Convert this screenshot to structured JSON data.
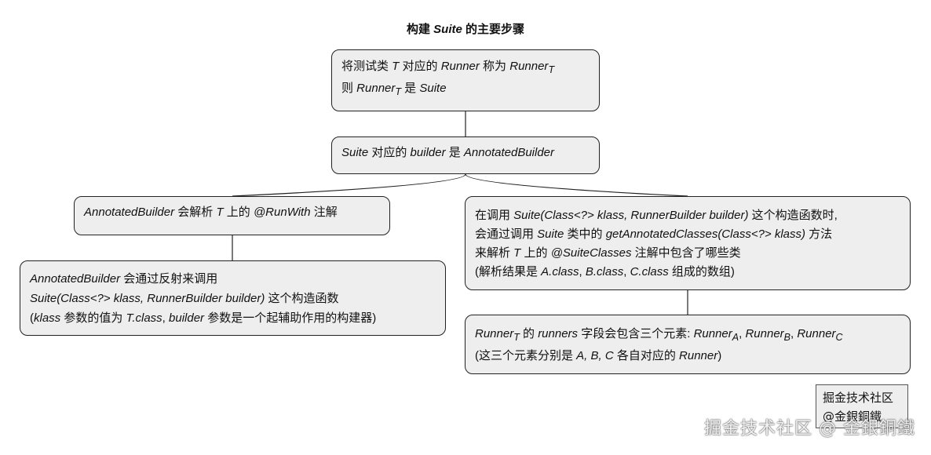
{
  "title": {
    "pre": "构建 ",
    "em": "Suite",
    "post": " 的主要步骤"
  },
  "nodes": {
    "n1": {
      "l1": {
        "a": "将测试类 ",
        "b": "T",
        "c": " 对应的 ",
        "d": "Runner",
        "e": " 称为 ",
        "f": "Runner",
        "g": "T"
      },
      "l2": {
        "a": "则 ",
        "b": "Runner",
        "c": "T",
        "d": " 是 ",
        "e": "Suite"
      }
    },
    "n2": {
      "a": "Suite",
      "b": " 对应的 ",
      "c": "builder",
      "d": " 是 ",
      "e": "AnnotatedBuilder"
    },
    "n3": {
      "a": "AnnotatedBuilder",
      "b": " 会解析 ",
      "c": "T",
      "d": " 上的 ",
      "e": "@RunWith",
      "f": " 注解"
    },
    "n4": {
      "l1": {
        "a": "AnnotatedBuilder",
        "b": " 会通过反射来调用"
      },
      "l2": {
        "a": "Suite(Class<?> klass, RunnerBuilder builder)",
        "b": " 这个构造函数"
      },
      "l3": {
        "a": "(",
        "b": "klass",
        "c": " 参数的值为 ",
        "d": "T.class",
        "e": ", ",
        "f": "builder",
        "g": " 参数是一个起辅助作用的构建器)"
      }
    },
    "n5": {
      "l1": {
        "a": "在调用 ",
        "b": "Suite(Class<?> klass, RunnerBuilder builder)",
        "c": " 这个构造函数时,"
      },
      "l2": {
        "a": "会通过调用 ",
        "b": "Suite",
        "c": " 类中的 ",
        "d": "getAnnotatedClasses(Class<?> klass)",
        "e": " 方法"
      },
      "l3": {
        "a": "来解析 ",
        "b": "T",
        "c": " 上的 ",
        "d": "@SuiteClasses",
        "e": " 注解中包含了哪些类"
      },
      "l4": {
        "a": "(解析结果是 ",
        "b": "A.class",
        "c": ", ",
        "d": "B.class",
        "e": ", ",
        "f": "C.class",
        "g": " 组成的数组)"
      }
    },
    "n6": {
      "l1": {
        "a": "Runner",
        "b": "T",
        "c": " 的 ",
        "d": "runners",
        "e": " 字段会包含三个元素: ",
        "f": "Runner",
        "g": "A",
        "h": ", ",
        "i": "Runner",
        "j": "B",
        "k": ", ",
        "l": "Runner",
        "m": "C"
      },
      "l2": {
        "a": "(这三个元素分别是 ",
        "b": "A, B, C",
        "c": " 各自对应的 ",
        "d": "Runner",
        "e": ")"
      }
    }
  },
  "wm_box": {
    "l1": "掘金技术社区",
    "l2": "@金銀銅鐵"
  },
  "watermark": "掘金技术社区 @ 金銀銅鐵"
}
